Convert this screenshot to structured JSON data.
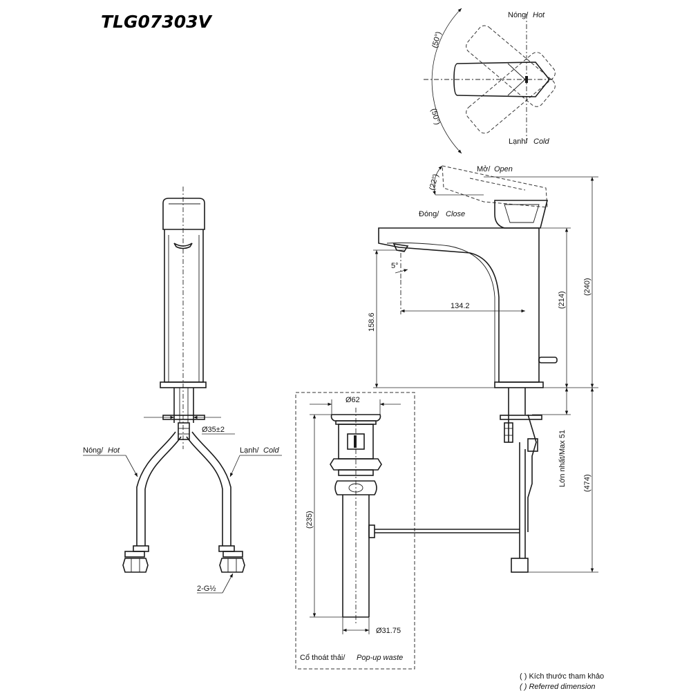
{
  "title": "TLG07303V",
  "top_view": {
    "hot_label": "Nóng/",
    "hot_label_en": "Hot",
    "cold_label": "Lạnh/",
    "cold_label_en": "Cold",
    "angle_hot": "(50°)",
    "angle_cold": "(50°)"
  },
  "front_view": {
    "hot_label": "Nóng/",
    "hot_label_en": "Hot",
    "cold_label": "Lạnh/",
    "cold_label_en": "Cold",
    "hole_diameter": "Ø35±2",
    "connector": "2-G½"
  },
  "side_view": {
    "open_label": "Mở/",
    "open_label_en": "Open",
    "close_label": "Đóng/",
    "close_label_en": "Close",
    "lever_angle": "(22°)",
    "spout_angle": "5°",
    "spout_reach": "134.2",
    "spout_height": "158.6",
    "body_height": "(214)",
    "total_height": "(240)",
    "max_thickness_label": "Lớn nhất/Max 51",
    "hose_length": "(474)"
  },
  "waste": {
    "top_diameter": "Ø62",
    "length": "(235)",
    "bottom_diameter": "Ø31.75",
    "caption": "Cổ thoát thải/",
    "caption_en": "Pop-up waste"
  },
  "legend": {
    "line1": "( ) Kích thước tham khảo",
    "line2": "( ) Referred dimension"
  }
}
